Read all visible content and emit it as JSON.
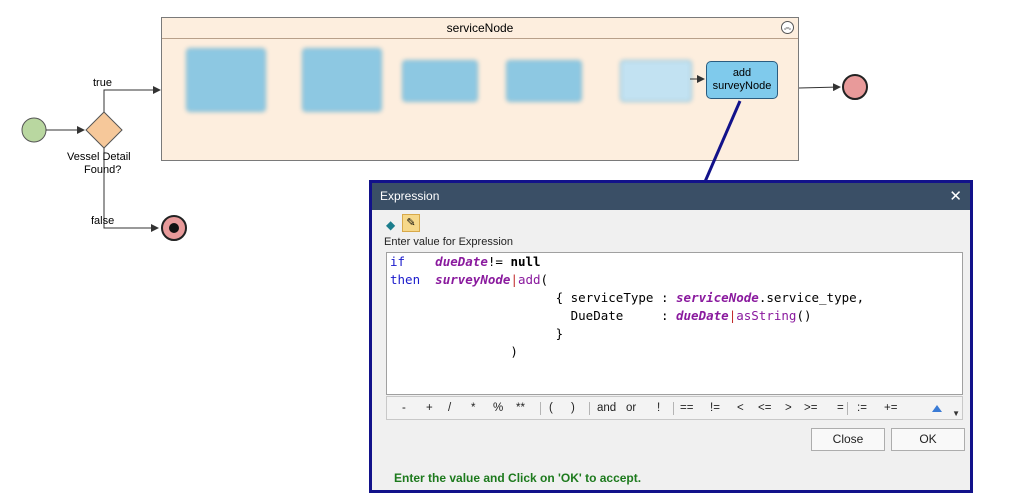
{
  "diagram": {
    "service_node_title": "serviceNode",
    "add_task_label_line1": "add",
    "add_task_label_line2": "surveyNode",
    "gateway_label_line1": "Vessel Detail",
    "gateway_label_line2": "Found?",
    "true_label": "true",
    "false_label": "false",
    "colors": {
      "start_event": "#b9d7a0",
      "end_event": "#e89a9a",
      "gateway": "#f6c89a",
      "service_node_bg": "#fdeede",
      "task_fill": "#7fcaec",
      "annotation_arrow": "#12128a"
    }
  },
  "dialog": {
    "title": "Expression",
    "close_glyph": "✕",
    "prompt_label": "Enter value for Expression",
    "code": {
      "line1": {
        "kw": "if",
        "var": "dueDate",
        "op": "!= ",
        "val": "null"
      },
      "line2": {
        "kw": "then",
        "var": "surveyNode",
        "pipe": "|",
        "fn": "add",
        "open": "("
      },
      "line3": {
        "open": "{ ",
        "key": "serviceType",
        "colon": " : ",
        "var": "serviceNode",
        "rest": ".service_type,"
      },
      "line4": {
        "key": "DueDate",
        "colon": "     : ",
        "var": "dueDate",
        "pipe": "|",
        "fn": "asString",
        "rest": "()"
      },
      "line5": {
        "close": "}"
      },
      "line6": {
        "close": ")"
      }
    },
    "operators": [
      "-",
      "+",
      "/",
      "*",
      "%",
      "**",
      "(",
      ")",
      "and",
      "or",
      "!",
      "==",
      "!=",
      "<",
      "<=",
      ">",
      ">=",
      "=",
      ":=",
      "+="
    ],
    "buttons": {
      "close": "Close",
      "ok": "OK"
    },
    "status_text": "Enter the value and Click on 'OK' to accept.",
    "colors": {
      "border": "#12128a",
      "titlebar": "#3a4f66",
      "status": "#1d7a1d"
    }
  }
}
